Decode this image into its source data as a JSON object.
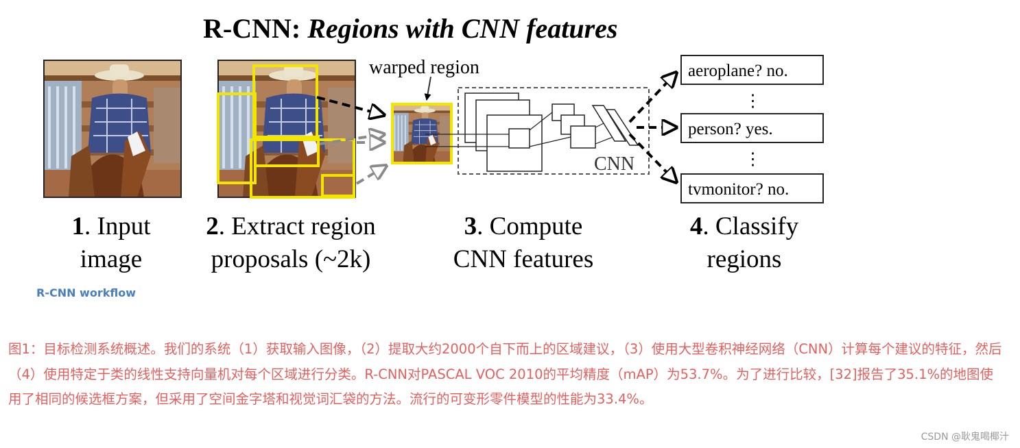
{
  "diagram": {
    "title_bold": "R-CNN: ",
    "title_italic": "Regions with CNN features",
    "warped_label": "warped region",
    "cnn_label": "CNN",
    "classes": [
      {
        "label": "aeroplane? no."
      },
      {
        "label": "person? yes."
      },
      {
        "label": "tvmonitor? no."
      }
    ],
    "ellipsis": "⋮",
    "steps": [
      {
        "num": "1",
        "line1": ". Input",
        "line2": "image"
      },
      {
        "num": "2",
        "line1": ". Extract region",
        "line2": "proposals (~2k)"
      },
      {
        "num": "3",
        "line1": ". Compute",
        "line2": "CNN features"
      },
      {
        "num": "4",
        "line1": ". Classify",
        "line2": "regions"
      }
    ]
  },
  "caption_label": "R-CNN workflow",
  "caption_text": "图1：目标检测系统概述。我们的系统（1）获取输入图像，（2）提取大约2000个自下而上的区域建议，（3）使用大型卷积神经网络（CNN）计算每个建议的特征，然后（4）使用特定于类的线性支持向量机对每个区域进行分类。R-CNN对PASCAL VOC 2010的平均精度（mAP）为53.7%。为了进行比较，[32]报告了35.1%的地图使用了相同的候选框方案，但采用了空间金字塔和视觉词汇袋的方法。流行的可变形零件模型的性能为33.4%。",
  "watermark": "CSDN @耿鬼喝椰汁",
  "colors": {
    "proposal_box": "#f2e600",
    "caption": "#e4605e",
    "caption_label": "#4a7fbf"
  }
}
